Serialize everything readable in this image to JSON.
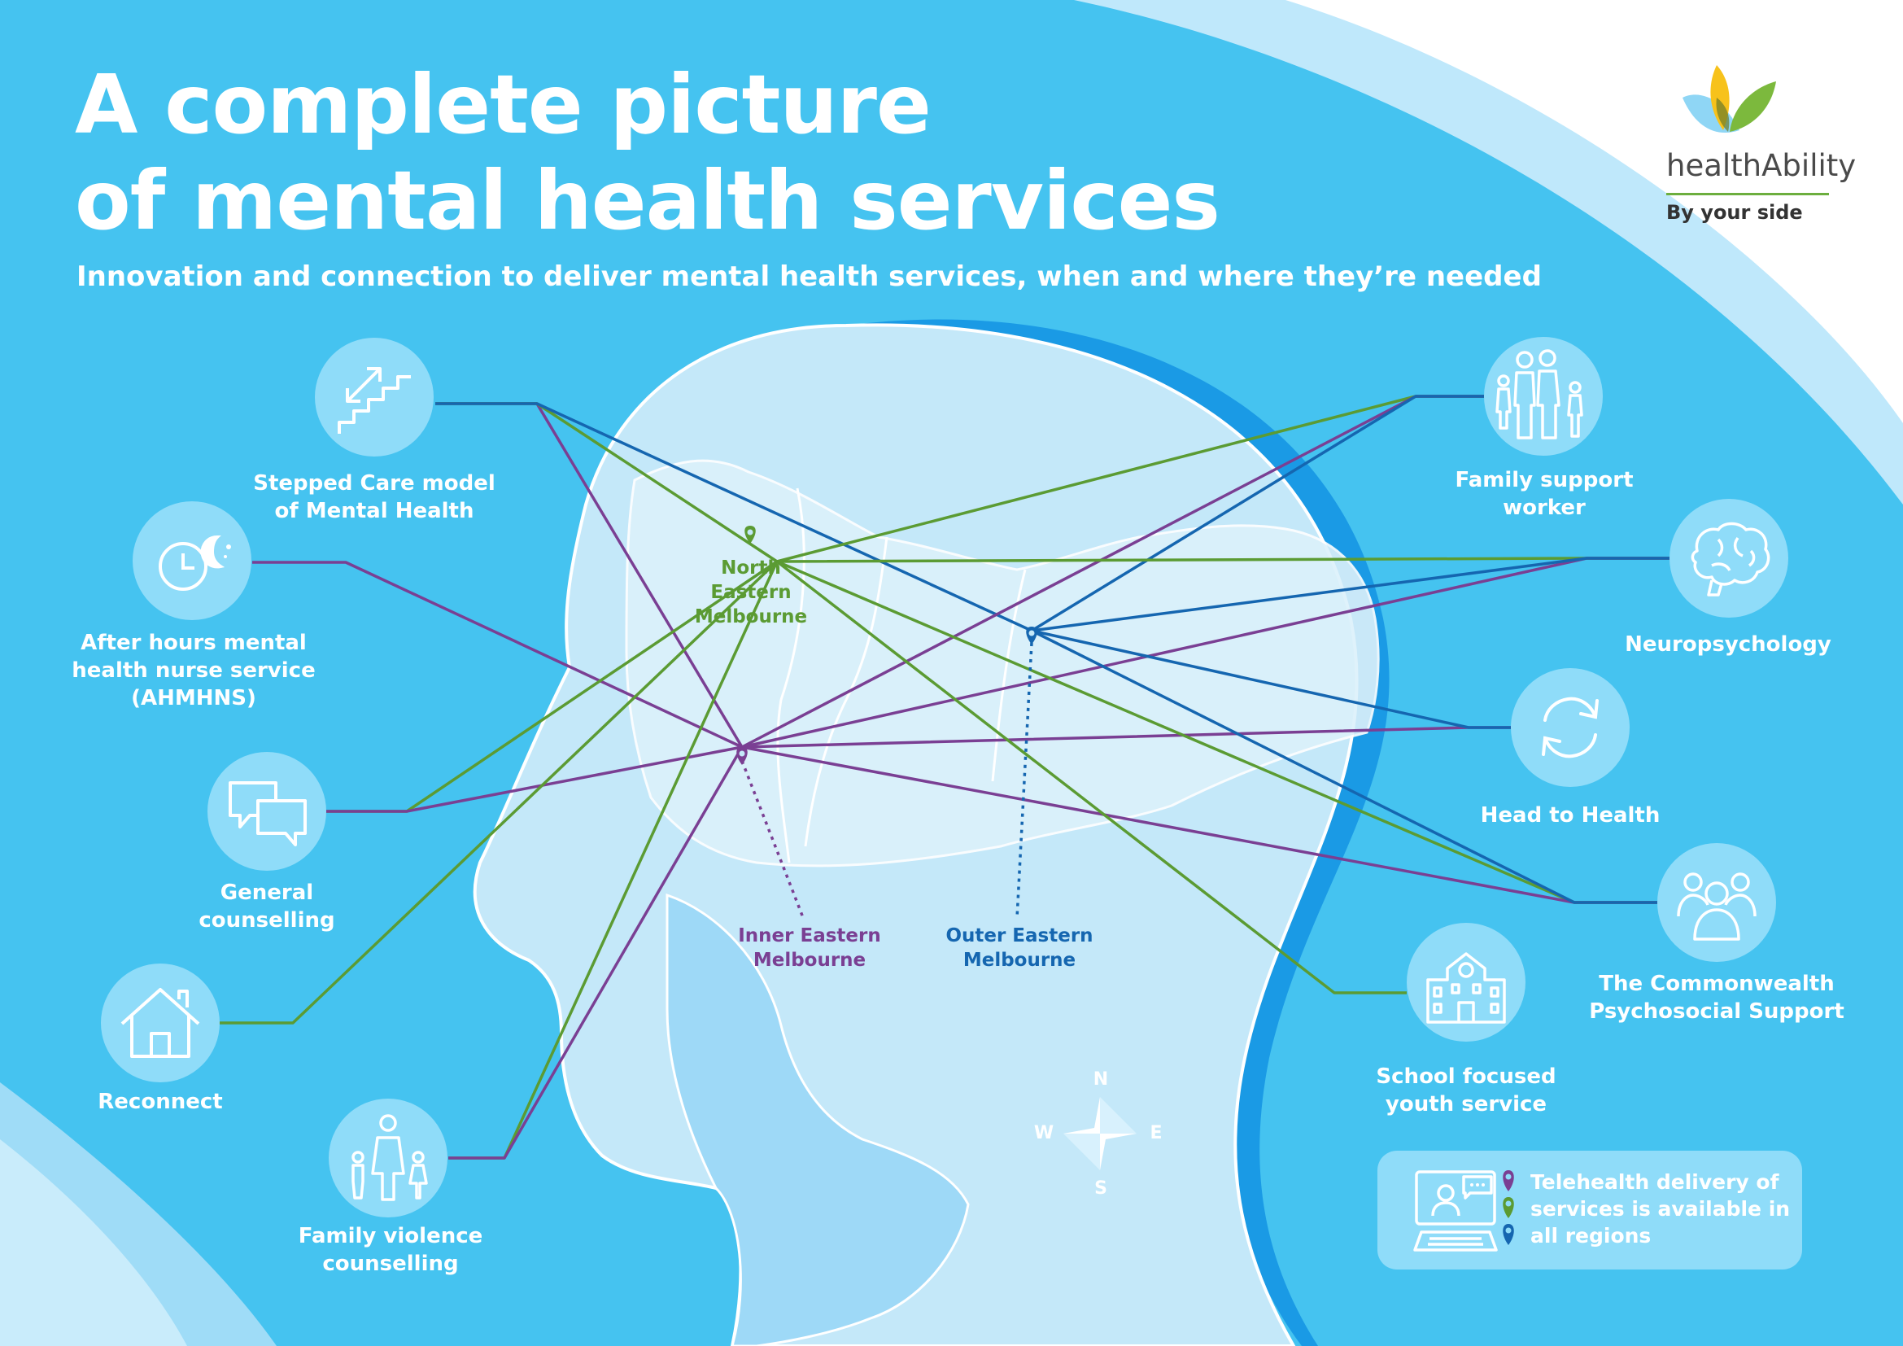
{
  "header": {
    "title_line1": "A complete picture",
    "title_line2": "of mental health services",
    "subtitle": "Innovation and connection to deliver mental health services, when and where they’re needed"
  },
  "logo": {
    "name_part1": "health",
    "name_part2": "Ability",
    "tagline": "By your side"
  },
  "colors": {
    "background": "#45c3f0",
    "head_fill": "#c4e8f9",
    "north_eastern": "#5b9b33",
    "inner_eastern": "#7a3f93",
    "outer_eastern": "#1566b0"
  },
  "regions": {
    "north_eastern": "North\nEastern\nMelbourne",
    "inner_eastern": "Inner Eastern\nMelbourne",
    "outer_eastern": "Outer Eastern\nMelbourne"
  },
  "services": [
    {
      "id": "stepped-care",
      "icon": "stairs-icon",
      "label": "Stepped Care model\nof Mental Health",
      "regions": [
        "inner_eastern",
        "north_eastern",
        "outer_eastern"
      ]
    },
    {
      "id": "after-hours",
      "icon": "clock-moon-icon",
      "label": "After hours mental\nhealth nurse service\n(AHMHNS)",
      "regions": [
        "inner_eastern"
      ]
    },
    {
      "id": "general-counselling",
      "icon": "speech-bubbles-icon",
      "label": "General\ncounselling",
      "regions": [
        "north_eastern",
        "inner_eastern"
      ]
    },
    {
      "id": "reconnect",
      "icon": "house-icon",
      "label": "Reconnect",
      "regions": [
        "north_eastern"
      ]
    },
    {
      "id": "family-violence",
      "icon": "mother-children-icon",
      "label": "Family violence\ncounselling",
      "regions": [
        "north_eastern",
        "inner_eastern"
      ]
    },
    {
      "id": "family-support",
      "icon": "family-icon",
      "label": "Family support\nworker",
      "regions": [
        "north_eastern",
        "inner_eastern",
        "outer_eastern"
      ]
    },
    {
      "id": "neuropsychology",
      "icon": "brain-icon",
      "label": "Neuropsychology",
      "regions": [
        "north_eastern",
        "inner_eastern",
        "outer_eastern"
      ]
    },
    {
      "id": "head-to-health",
      "icon": "refresh-arrows-icon",
      "label": "Head to Health",
      "regions": [
        "inner_eastern",
        "outer_eastern"
      ]
    },
    {
      "id": "psychosocial",
      "icon": "group-icon",
      "label": "The Commonwealth\nPsychosocial Support",
      "regions": [
        "north_eastern",
        "inner_eastern",
        "outer_eastern"
      ]
    },
    {
      "id": "school-youth",
      "icon": "school-icon",
      "label": "School focused\nyouth service",
      "regions": [
        "north_eastern"
      ]
    }
  ],
  "compass": {
    "north": "N",
    "south": "S",
    "east": "E",
    "west": "W"
  },
  "telehealth": {
    "icon": "telehealth-computer-icon",
    "text": "Telehealth delivery of\nservices is available in\nall regions"
  }
}
